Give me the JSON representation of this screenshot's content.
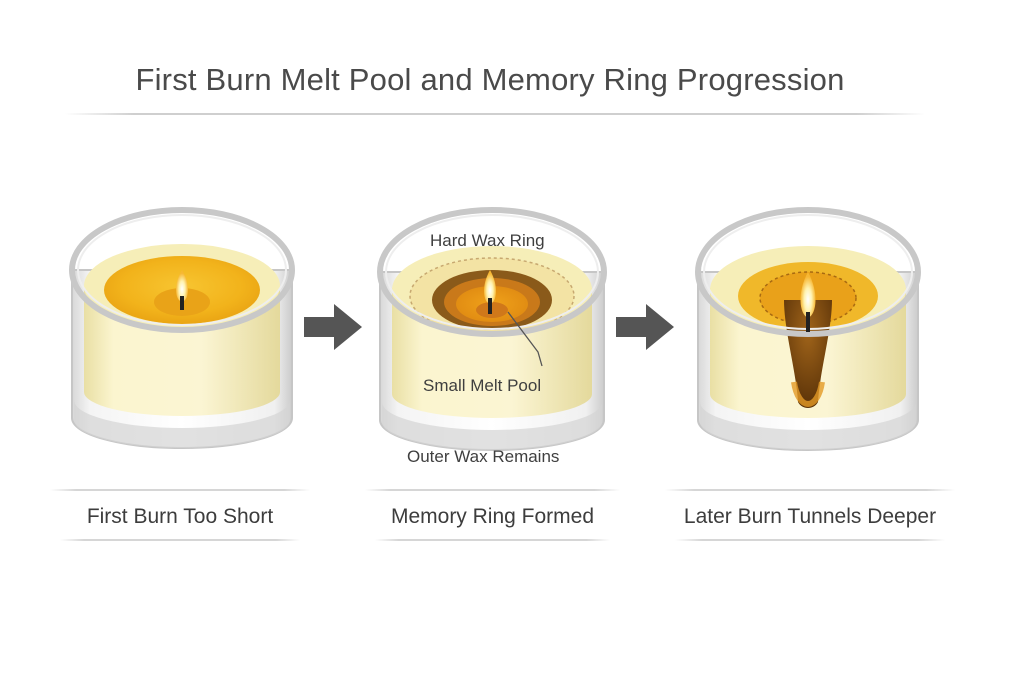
{
  "title": "First Burn Melt Pool and Memory Ring Progression",
  "stages": [
    {
      "caption": "First Burn Too Short",
      "flame_lit": true,
      "melt_pool": "wide-shallow"
    },
    {
      "caption": "Memory Ring Formed",
      "flame_lit": true,
      "melt_pool": "small-ring"
    },
    {
      "caption": "Later Burn Tunnels Deeper",
      "flame_lit": true,
      "melt_pool": "deep-tunnel"
    }
  ],
  "annotations": {
    "hard_wax_ring": "Hard Wax Ring",
    "small_melt_pool": "Small Melt Pool",
    "outer_wax_remains": "Outer Wax Remains"
  },
  "colors": {
    "wax": "#f7f0c4",
    "melt_pool": "#f1b21f",
    "memory_ring": "#8a5a1a",
    "arrow": "#555555",
    "glass_rim": "#c9c9c9"
  },
  "icons": [
    "candle-jar-icon",
    "flame-icon",
    "right-arrow-icon"
  ]
}
